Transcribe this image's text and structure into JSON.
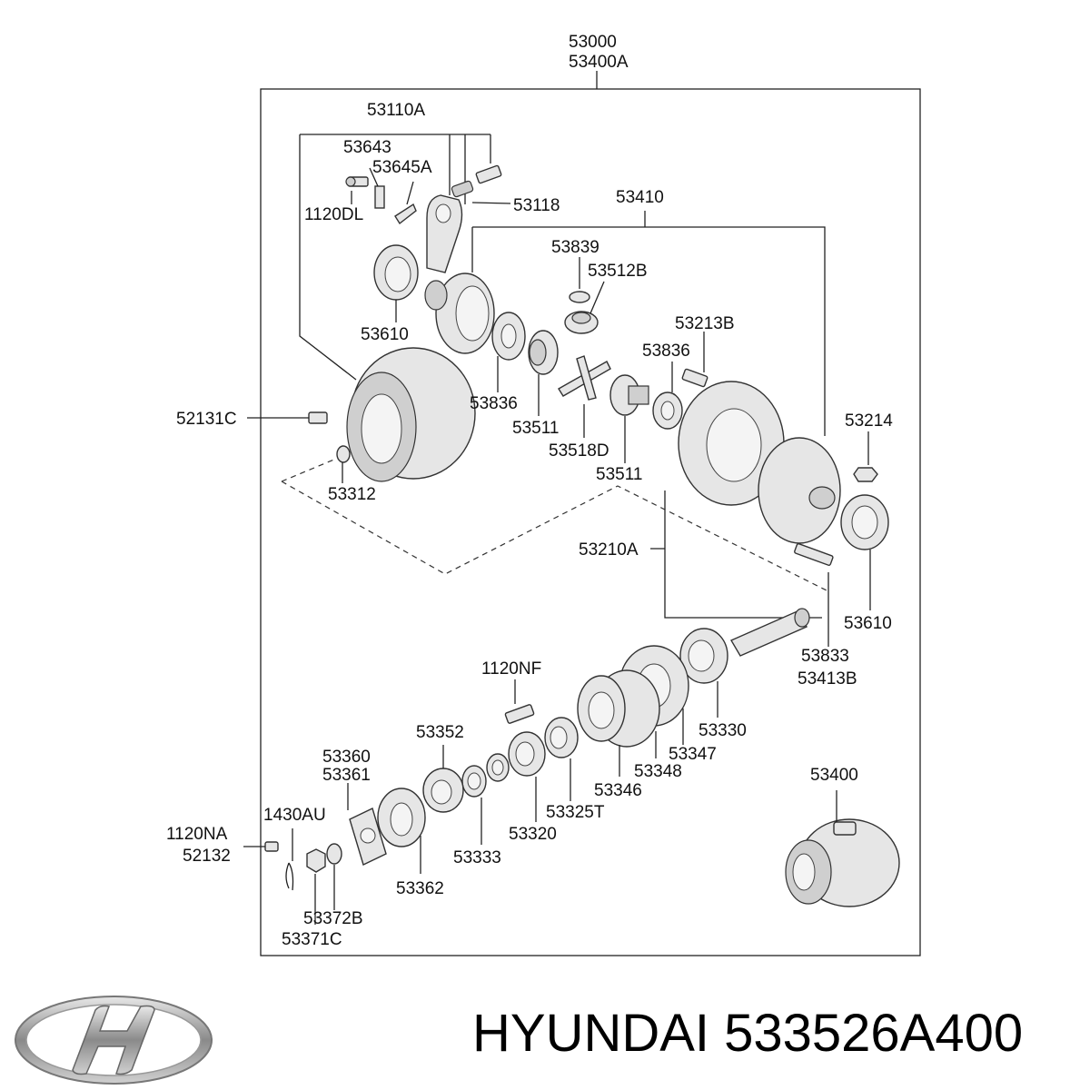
{
  "brand": {
    "logo_name": "hyundai-logo-icon",
    "text": "HYUNDAI 533526A400"
  },
  "labels": {
    "l53000": "53000",
    "l53400A": "53400A",
    "l53110A": "53110A",
    "l53643": "53643",
    "l53645A": "53645A",
    "l1120DL": "1120DL",
    "l53118": "53118",
    "l53410": "53410",
    "l53839": "53839",
    "l53512B": "53512B",
    "l53610a": "53610",
    "l53213B": "53213B",
    "l53836a": "53836",
    "l53836b": "53836",
    "l52131C": "52131C",
    "l53511a": "53511",
    "l53518D": "53518D",
    "l53214": "53214",
    "l53511b": "53511",
    "l53312": "53312",
    "l53210A": "53210A",
    "l53610b": "53610",
    "l53833": "53833",
    "l53413B": "53413B",
    "l1120NF": "1120NF",
    "l53352": "53352",
    "l53330": "53330",
    "l53360": "53360",
    "l53361": "53361",
    "l53347": "53347",
    "l53348": "53348",
    "l53346": "53346",
    "l1430AU": "1430AU",
    "l53325T": "53325T",
    "l1120NA": "1120NA",
    "l53320": "53320",
    "l52132": "52132",
    "l53333": "53333",
    "l53362": "53362",
    "l53372B": "53372B",
    "l53371C": "53371C",
    "l53400": "53400"
  }
}
